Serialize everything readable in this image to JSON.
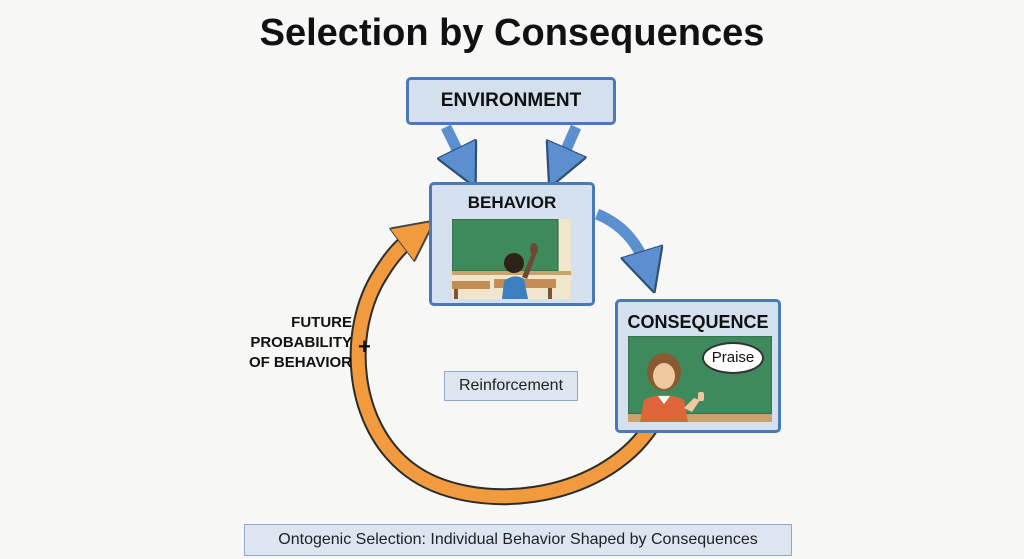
{
  "title": "Selection by Consequences",
  "environment": {
    "label": "ENVIRONMENT"
  },
  "behavior": {
    "label": "BEHAVIOR"
  },
  "consequence": {
    "label": "CONSEQUENCE",
    "speech": "Praise"
  },
  "side_label": {
    "lines": [
      "FUTURE",
      "PROBABILITY",
      "OF BEHAVIOR"
    ],
    "sign": "+"
  },
  "reinforcement": "Reinforcement",
  "caption": "Ontogenic Selection: Individual Behavior Shaped by Consequences",
  "colors": {
    "box_fill": "#d4e0ee",
    "box_border": "#4a79b5",
    "loop_arrow": "#f29a3e",
    "blue_arrow": "#5b8fd0"
  }
}
